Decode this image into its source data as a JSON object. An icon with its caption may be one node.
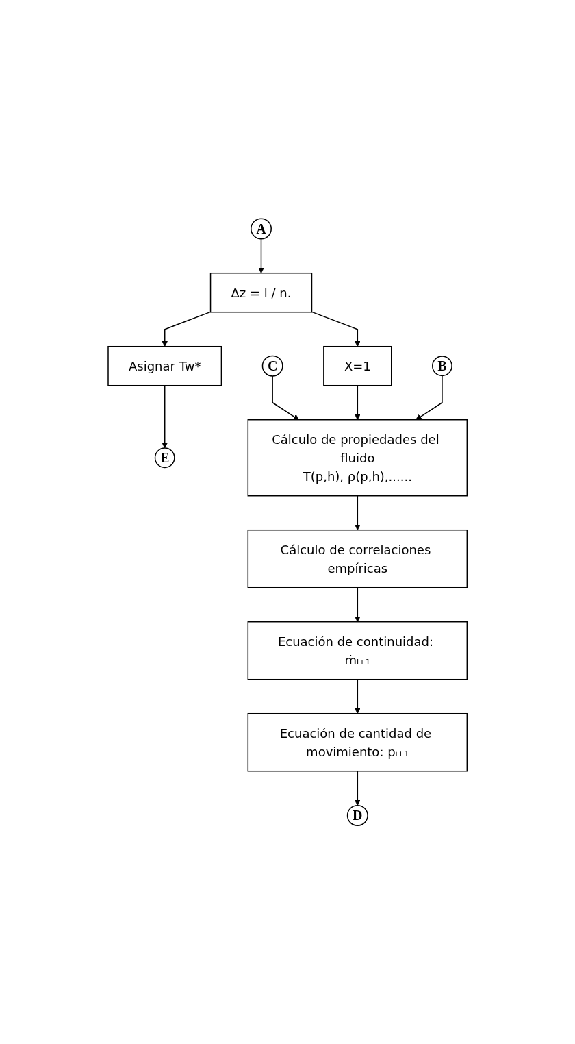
{
  "diagram": {
    "nodes": [
      {
        "text": [
          "A"
        ]
      },
      {
        "text": [
          "Δz = l / n."
        ]
      },
      {
        "text": [
          "Asignar Tw*"
        ]
      },
      {
        "text": [
          "E"
        ]
      },
      {
        "text": [
          "X=1"
        ]
      },
      {
        "text": [
          "C"
        ]
      },
      {
        "text": [
          "B"
        ]
      },
      {
        "text": [
          "Cálculo de propiedades del fluido",
          "T(p,h), ρ(p,h),......"
        ]
      },
      {
        "text": [
          "Cálculo de correlaciones empíricas"
        ]
      },
      {
        "text": [
          "Ecuación de continuidad: ṁᵢ₊₁"
        ]
      },
      {
        "text": [
          "Ecuación de cantidad de movimiento: pᵢ₊₁"
        ]
      },
      {
        "text": [
          "D"
        ]
      }
    ],
    "edges": [
      {
        "from": 0,
        "to": 1,
        "arrow": "to"
      },
      {
        "from": 1,
        "to": 2,
        "arrow": "to"
      },
      {
        "from": 1,
        "to": 4,
        "arrow": "to"
      },
      {
        "from": 2,
        "to": 3,
        "arrow": "to"
      },
      {
        "from": 5,
        "to": 7,
        "arrow": "to"
      },
      {
        "from": 4,
        "to": 7,
        "arrow": "to"
      },
      {
        "from": 6,
        "to": 7,
        "arrow": "to"
      },
      {
        "from": 7,
        "to": 8,
        "arrow": "to"
      },
      {
        "from": 8,
        "to": 9,
        "arrow": "to"
      },
      {
        "from": 9,
        "to": 10,
        "arrow": "to"
      },
      {
        "from": 10,
        "to": 11,
        "arrow": "to"
      }
    ]
  }
}
